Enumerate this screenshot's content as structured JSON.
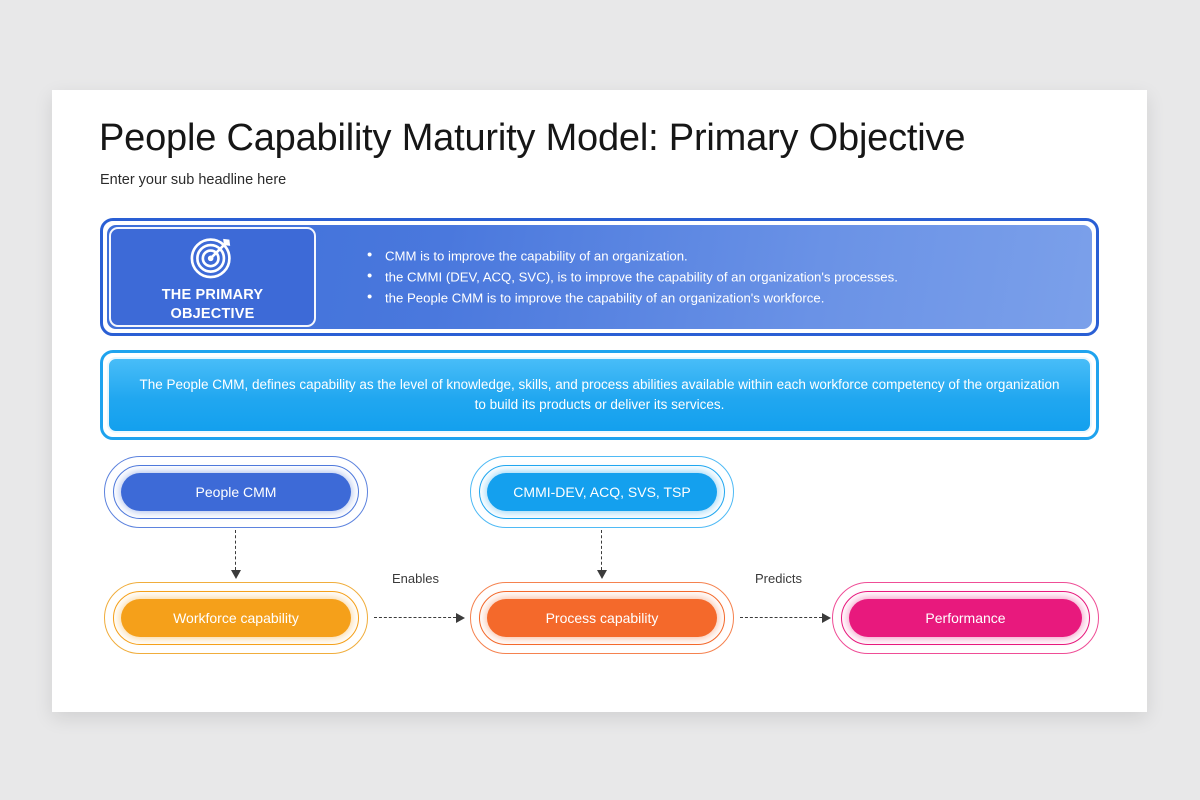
{
  "slide": {
    "title": "People Capability Maturity Model: Primary Objective",
    "subtitle": "Enter your sub headline here"
  },
  "objective_panel": {
    "icon": "target-icon",
    "card_label": "THE PRIMARY\nOBJECTIVE",
    "card_label_line1": "THE PRIMARY",
    "card_label_line2": "OBJECTIVE",
    "bullets": [
      "CMM is to improve the capability of an organization.",
      "the CMMI (DEV, ACQ, SVC), is to improve the capability of an organization's processes.",
      "the People CMM is to improve the capability of an organization's workforce."
    ],
    "colors": {
      "border": "#2a5fd4",
      "fill_left": "#3d6ad7",
      "fill_right": "#7ba0ea"
    }
  },
  "definition_banner": {
    "text": "The People CMM, defines capability as the level of knowledge, skills, and process abilities available within each workforce competency of the organization to build its products or deliver its services.",
    "colors": {
      "border": "#1fa3ee",
      "fill": "#13a0ee"
    }
  },
  "nodes": {
    "people_cmm": {
      "label": "People CMM",
      "color": "#3d6ad7"
    },
    "cmmi": {
      "label": "CMMI-DEV, ACQ, SVS, TSP",
      "color": "#14a0ee"
    },
    "workforce_capability": {
      "label": "Workforce capability",
      "color": "#f5a01a"
    },
    "process_capability": {
      "label": "Process capability",
      "color": "#f4692b"
    },
    "performance": {
      "label": "Performance",
      "color": "#e8197d"
    }
  },
  "edges": {
    "enables": "Enables",
    "predicts": "Predicts"
  }
}
